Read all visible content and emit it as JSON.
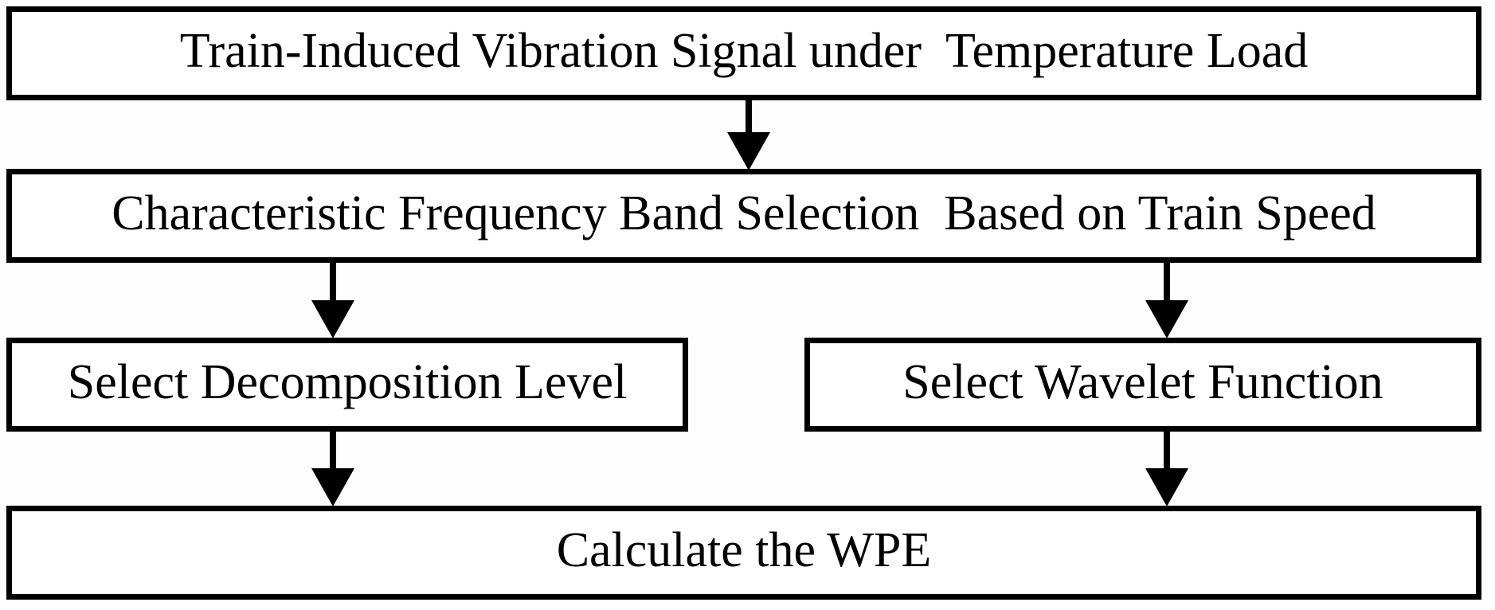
{
  "diagram": {
    "title": "WPE calculation flowchart",
    "type": "flowchart",
    "colors": {
      "line": "#000000",
      "fill": "#ffffff",
      "text": "#000000",
      "background": "#fdfdfd"
    },
    "nodes": {
      "top": {
        "label": "Train-Induced Vibration Signal under  Temperature Load"
      },
      "band": {
        "label": "Characteristic Frequency Band Selection  Based on Train Speed"
      },
      "level": {
        "label": "Select Decomposition Level"
      },
      "wavelet": {
        "label": "Select Wavelet Function"
      },
      "wpe": {
        "label": "Calculate the WPE"
      }
    },
    "edges": [
      {
        "from": "top",
        "to": "band"
      },
      {
        "from": "band",
        "to": "level"
      },
      {
        "from": "band",
        "to": "wavelet"
      },
      {
        "from": "level",
        "to": "wpe"
      },
      {
        "from": "wavelet",
        "to": "wpe"
      }
    ]
  }
}
